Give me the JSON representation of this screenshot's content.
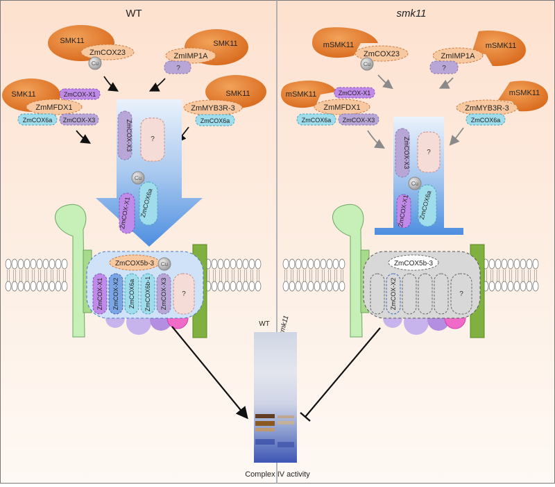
{
  "panels": {
    "wt_title": "WT",
    "mutant_title": "smk11"
  },
  "wt": {
    "smk11": "SMK11",
    "cox23": "ZmCOX23",
    "imp1a": "ZmIMP1A",
    "unknown": "?",
    "cu": "Cu",
    "cox_x1": "ZmCOX-X1",
    "mfdx1": "ZmMFDX1",
    "cox6a": "ZmCOX6a",
    "cox_x3": "ZmCOX-X3",
    "myb3r3": "ZmMYB3R-3",
    "cox5b3": "ZmCOX5b-3",
    "cox_x2": "ZmCOX-X2",
    "cox6b1": "ZmCOX6b-1"
  },
  "mutant": {
    "msmk11": "mSMK11",
    "cox23": "ZmCOX23",
    "imp1a": "ZmIMP1A",
    "unknown": "?",
    "cu": "Cu",
    "cox_x1": "ZmCOX-X1",
    "mfdx1": "ZmMFDX1",
    "cox6a": "ZmCOX6a",
    "cox_x3": "ZmCOX-X3",
    "myb3r3": "ZmMYB3R-3",
    "cox5b3": "ZmCOX5b-3",
    "cox_x2": "ZmCOX-X2"
  },
  "gel": {
    "lane_wt": "WT",
    "lane_mut": "smk11",
    "caption": "Complex IV activity"
  },
  "colors": {
    "smk11": "#e07a2a",
    "cox23": "#f8c9a0",
    "cox_x1": "#c08ae8",
    "cox6a": "#9fdcec",
    "cox_x3": "#b8a6d6",
    "unknown": "#f6dcd6",
    "cu": "#b5b5b5",
    "arrow_blue": "#5a95e0",
    "membrane_protein_green": "#c6f0b8",
    "membrane_protein_dark": "#7fb040",
    "complex_gray": "#d8d8d8"
  }
}
